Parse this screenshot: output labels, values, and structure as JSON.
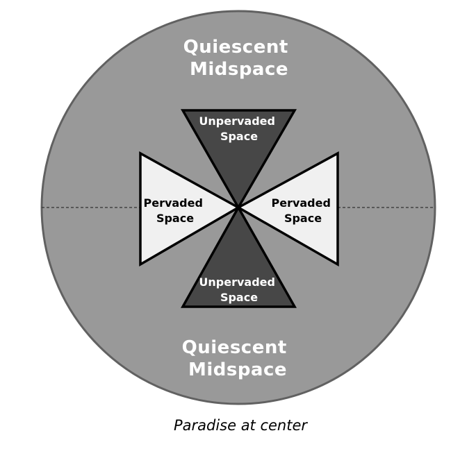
{
  "diagram": {
    "zones": {
      "quiescent_top": [
        "Quiescent",
        "Midspace"
      ],
      "quiescent_bottom": [
        "Quiescent",
        "Midspace"
      ],
      "unpervaded_top": [
        "Unpervaded",
        "Space"
      ],
      "unpervaded_bottom": [
        "Unpervaded",
        "Space"
      ],
      "pervaded_left": [
        "Pervaded",
        "Space"
      ],
      "pervaded_right": [
        "Pervaded",
        "Space"
      ]
    },
    "caption": "Paradise at center"
  },
  "colors": {
    "outer_circle": "#999999",
    "circle_stroke": "#616161",
    "unpervaded_fill": "#474747",
    "pervaded_fill": "#f0f0f0",
    "shape_stroke": "#000000",
    "dashed_line": "#333333"
  }
}
